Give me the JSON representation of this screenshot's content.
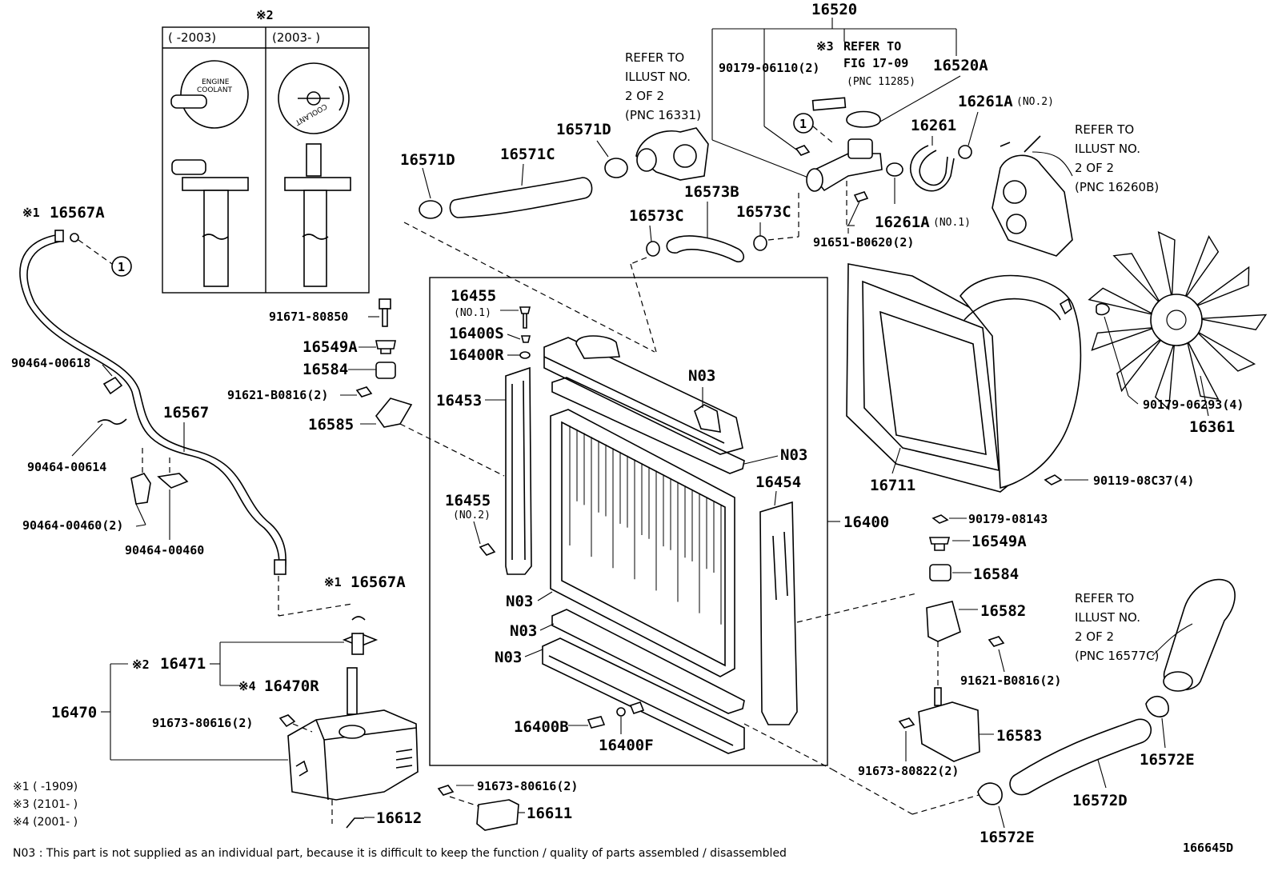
{
  "labels": {
    "p16520": "16520",
    "p90179_06110": "90179-06110(2)",
    "refer_fig_a": "REFER TO",
    "refer_fig_b": "FIG 17-09",
    "refer_fig_c": "(PNC 11285)",
    "p16520A": "16520A",
    "p16261A_no2": "16261A",
    "no2": "(NO.2)",
    "p16261": "16261",
    "p16261A_no1": "16261A",
    "no1": "(NO.1)",
    "p91651": "91651-B0620(2)",
    "p16571D_a": "16571D",
    "p16571D_b": "16571D",
    "p16571C": "16571C",
    "p16573B": "16573B",
    "p16573C_a": "16573C",
    "p16573C_b": "16573C",
    "p16567A_top": "16567A",
    "p16567A_bot": "16567A",
    "p90464_00618": "90464-00618",
    "p16567": "16567",
    "p90464_00614": "90464-00614",
    "p90464_00460_2": "90464-00460(2)",
    "p90464_00460": "90464-00460",
    "p91671": "91671-80850",
    "p16549A_l": "16549A",
    "p16584_l": "16584",
    "p91621_l": "91621-B0816(2)",
    "p16585": "16585",
    "p16455_1": "16455",
    "no1_b": "(NO.1)",
    "p16400S": "16400S",
    "p16400R": "16400R",
    "p16453": "16453",
    "p16455_2": "16455",
    "no2_b": "(NO.2)",
    "n03_1": "N03",
    "n03_2": "N03",
    "n03_3": "N03",
    "n03_4": "N03",
    "n03_5": "N03",
    "p16454": "16454",
    "p16400": "16400",
    "p16400B": "16400B",
    "p16400F": "16400F",
    "p16711": "16711",
    "p90119": "90119-08C37(4)",
    "p90179_06293": "90179-06293(4)",
    "p16361": "16361",
    "p90179_08143": "90179-08143",
    "p16549A_r": "16549A",
    "p16584_r": "16584",
    "p16582": "16582",
    "p91621_r": "91621-B0816(2)",
    "p16583": "16583",
    "p91673_80822": "91673-80822(2)",
    "p16572E_a": "16572E",
    "p16572E_b": "16572E",
    "p16572D": "16572D",
    "p16471": "16471",
    "p16470R": "16470R",
    "p16470": "16470",
    "p91673_l": "91673-80616(2)",
    "p91673_b": "91673-80616(2)",
    "p16612": "16612",
    "p16611": "16611",
    "mark1": "※1",
    "mark2": "※2",
    "mark3": "※3",
    "mark4": "※4",
    "circ1": "1"
  },
  "refer_notes": {
    "thermostat": [
      "REFER TO",
      "ILLUST NO.",
      "2 OF 2",
      "(PNC 16331)"
    ],
    "water_pump": [
      "REFER TO",
      "ILLUST NO.",
      "2 OF 2",
      "(PNC 16260B)"
    ],
    "inlet": [
      "REFER TO",
      "ILLUST NO.",
      "2 OF 2",
      "(PNC 16577C)"
    ]
  },
  "cap_table": {
    "title": "※2",
    "col1": "(      -2003)",
    "col2": "(2003-      )",
    "cap1_text_a": "ENGINE",
    "cap1_text_b": "COOLANT",
    "cap2_text": "COOLANT"
  },
  "footnotes": {
    "f1": "※1 (      -1909)",
    "f3": "※3 (2101-      )",
    "f4": "※4 (2001-      )",
    "n03_note": "N03 : This part is not supplied as an individual part, because it is difficult to keep the function / quality of parts assembled / disassembled",
    "illus_no": "166645D"
  }
}
